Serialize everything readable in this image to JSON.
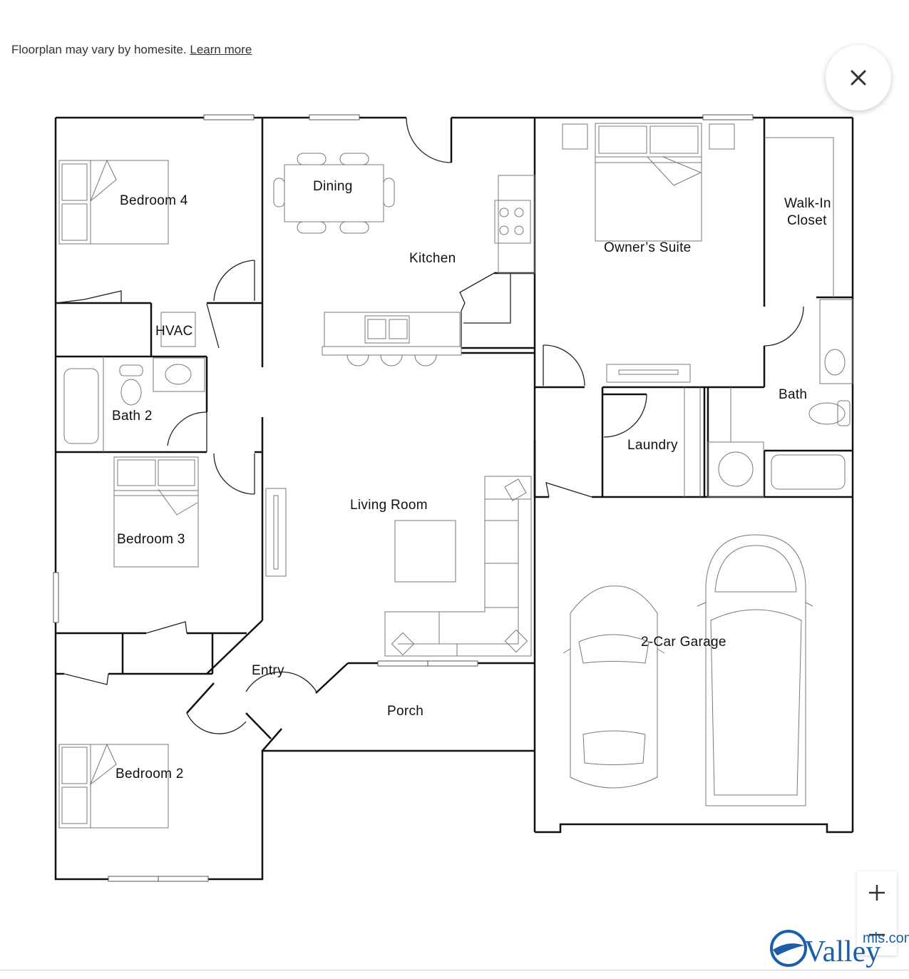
{
  "header": {
    "disclaimer": "Floorplan may vary by homesite.",
    "learn_more": "Learn more"
  },
  "rooms": {
    "bedroom4": "Bedroom 4",
    "dining": "Dining",
    "kitchen": "Kitchen",
    "owners_suite": "Owner’s Suite",
    "walkin_line1": "Walk-In",
    "walkin_line2": "Closet",
    "hvac": "HVAC",
    "bath2": "Bath 2",
    "bath": "Bath",
    "laundry": "Laundry",
    "bedroom3": "Bedroom 3",
    "living_room": "Living Room",
    "garage": "2-Car Garage",
    "entry": "Entry",
    "porch": "Porch",
    "bedroom2": "Bedroom 2"
  },
  "controls": {
    "close_icon": "close-icon",
    "zoom_in_icon": "plus-icon",
    "zoom_out_icon": "minus-icon"
  },
  "logo": {
    "wordmark": "Valley",
    "suffix": "mls.com",
    "color": "#1c5ea8"
  }
}
